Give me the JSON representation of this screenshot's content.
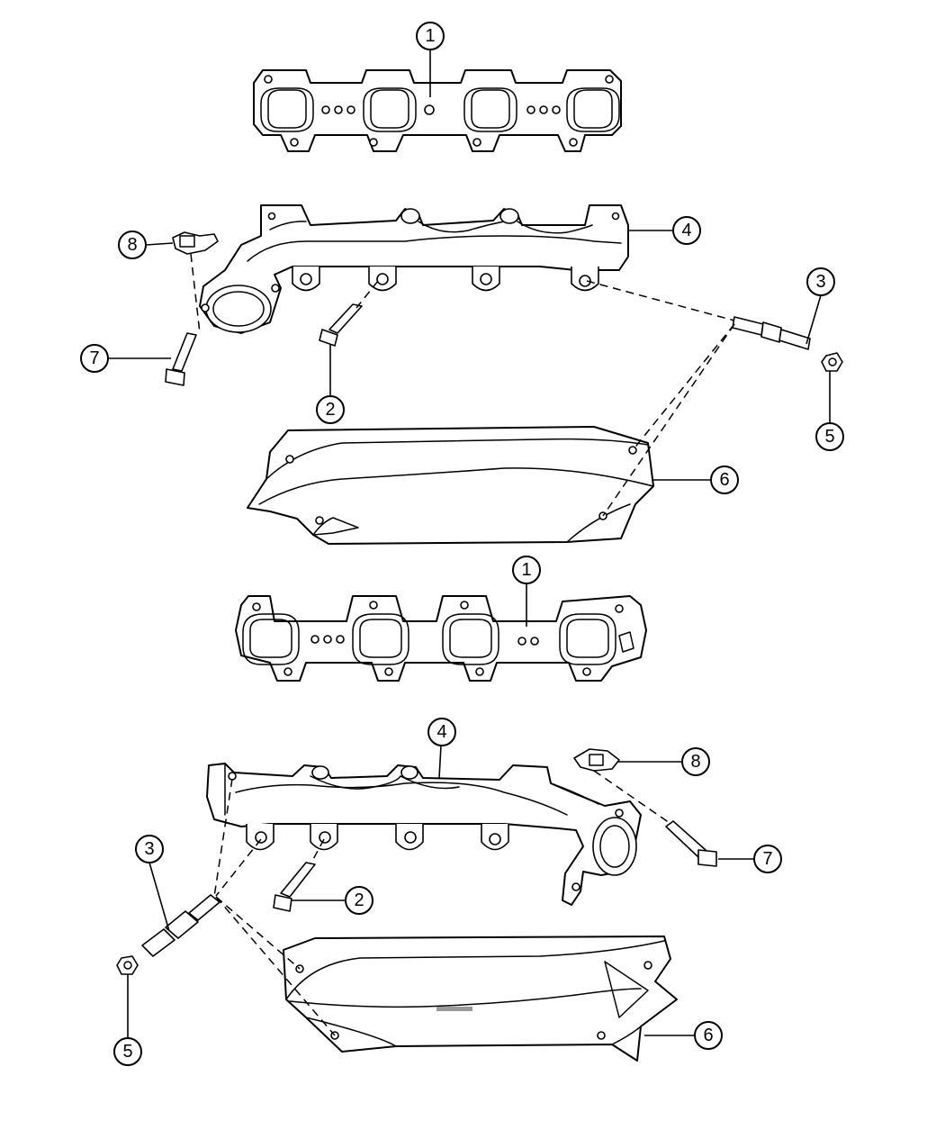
{
  "diagram": {
    "callout_labels": {
      "gasket": "1",
      "bolt": "2",
      "stud": "3",
      "manifold": "4",
      "nut": "5",
      "heat_shield": "6",
      "flange_bolt": "7",
      "flange_nut": "8"
    }
  }
}
